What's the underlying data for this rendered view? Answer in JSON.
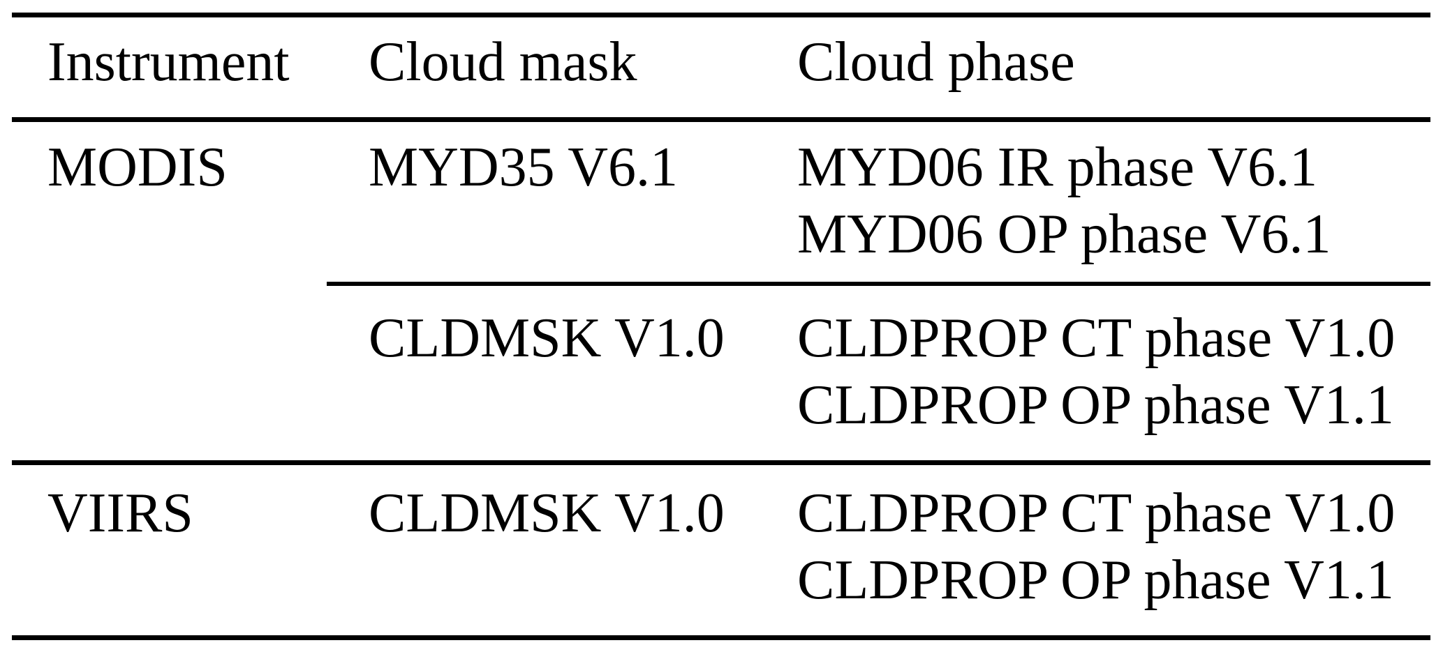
{
  "table": {
    "columns": [
      "Instrument",
      "Cloud mask",
      "Cloud phase"
    ],
    "rows": [
      {
        "instrument": "MODIS",
        "cloud_mask": "MYD35 V6.1",
        "cloud_phase": [
          "MYD06 IR phase V6.1",
          "MYD06 OP phase V6.1"
        ]
      },
      {
        "instrument": "",
        "cloud_mask": "CLDMSK V1.0",
        "cloud_phase": [
          "CLDPROP CT phase V1.0",
          "CLDPROP OP phase V1.1"
        ]
      },
      {
        "instrument": "VIIRS",
        "cloud_mask": "CLDMSK V1.0",
        "cloud_phase": [
          "CLDPROP CT phase V1.0",
          "CLDPROP OP phase V1.1"
        ]
      }
    ]
  },
  "colors": {
    "text": "#000000",
    "rule": "#000000",
    "background": "#ffffff"
  }
}
